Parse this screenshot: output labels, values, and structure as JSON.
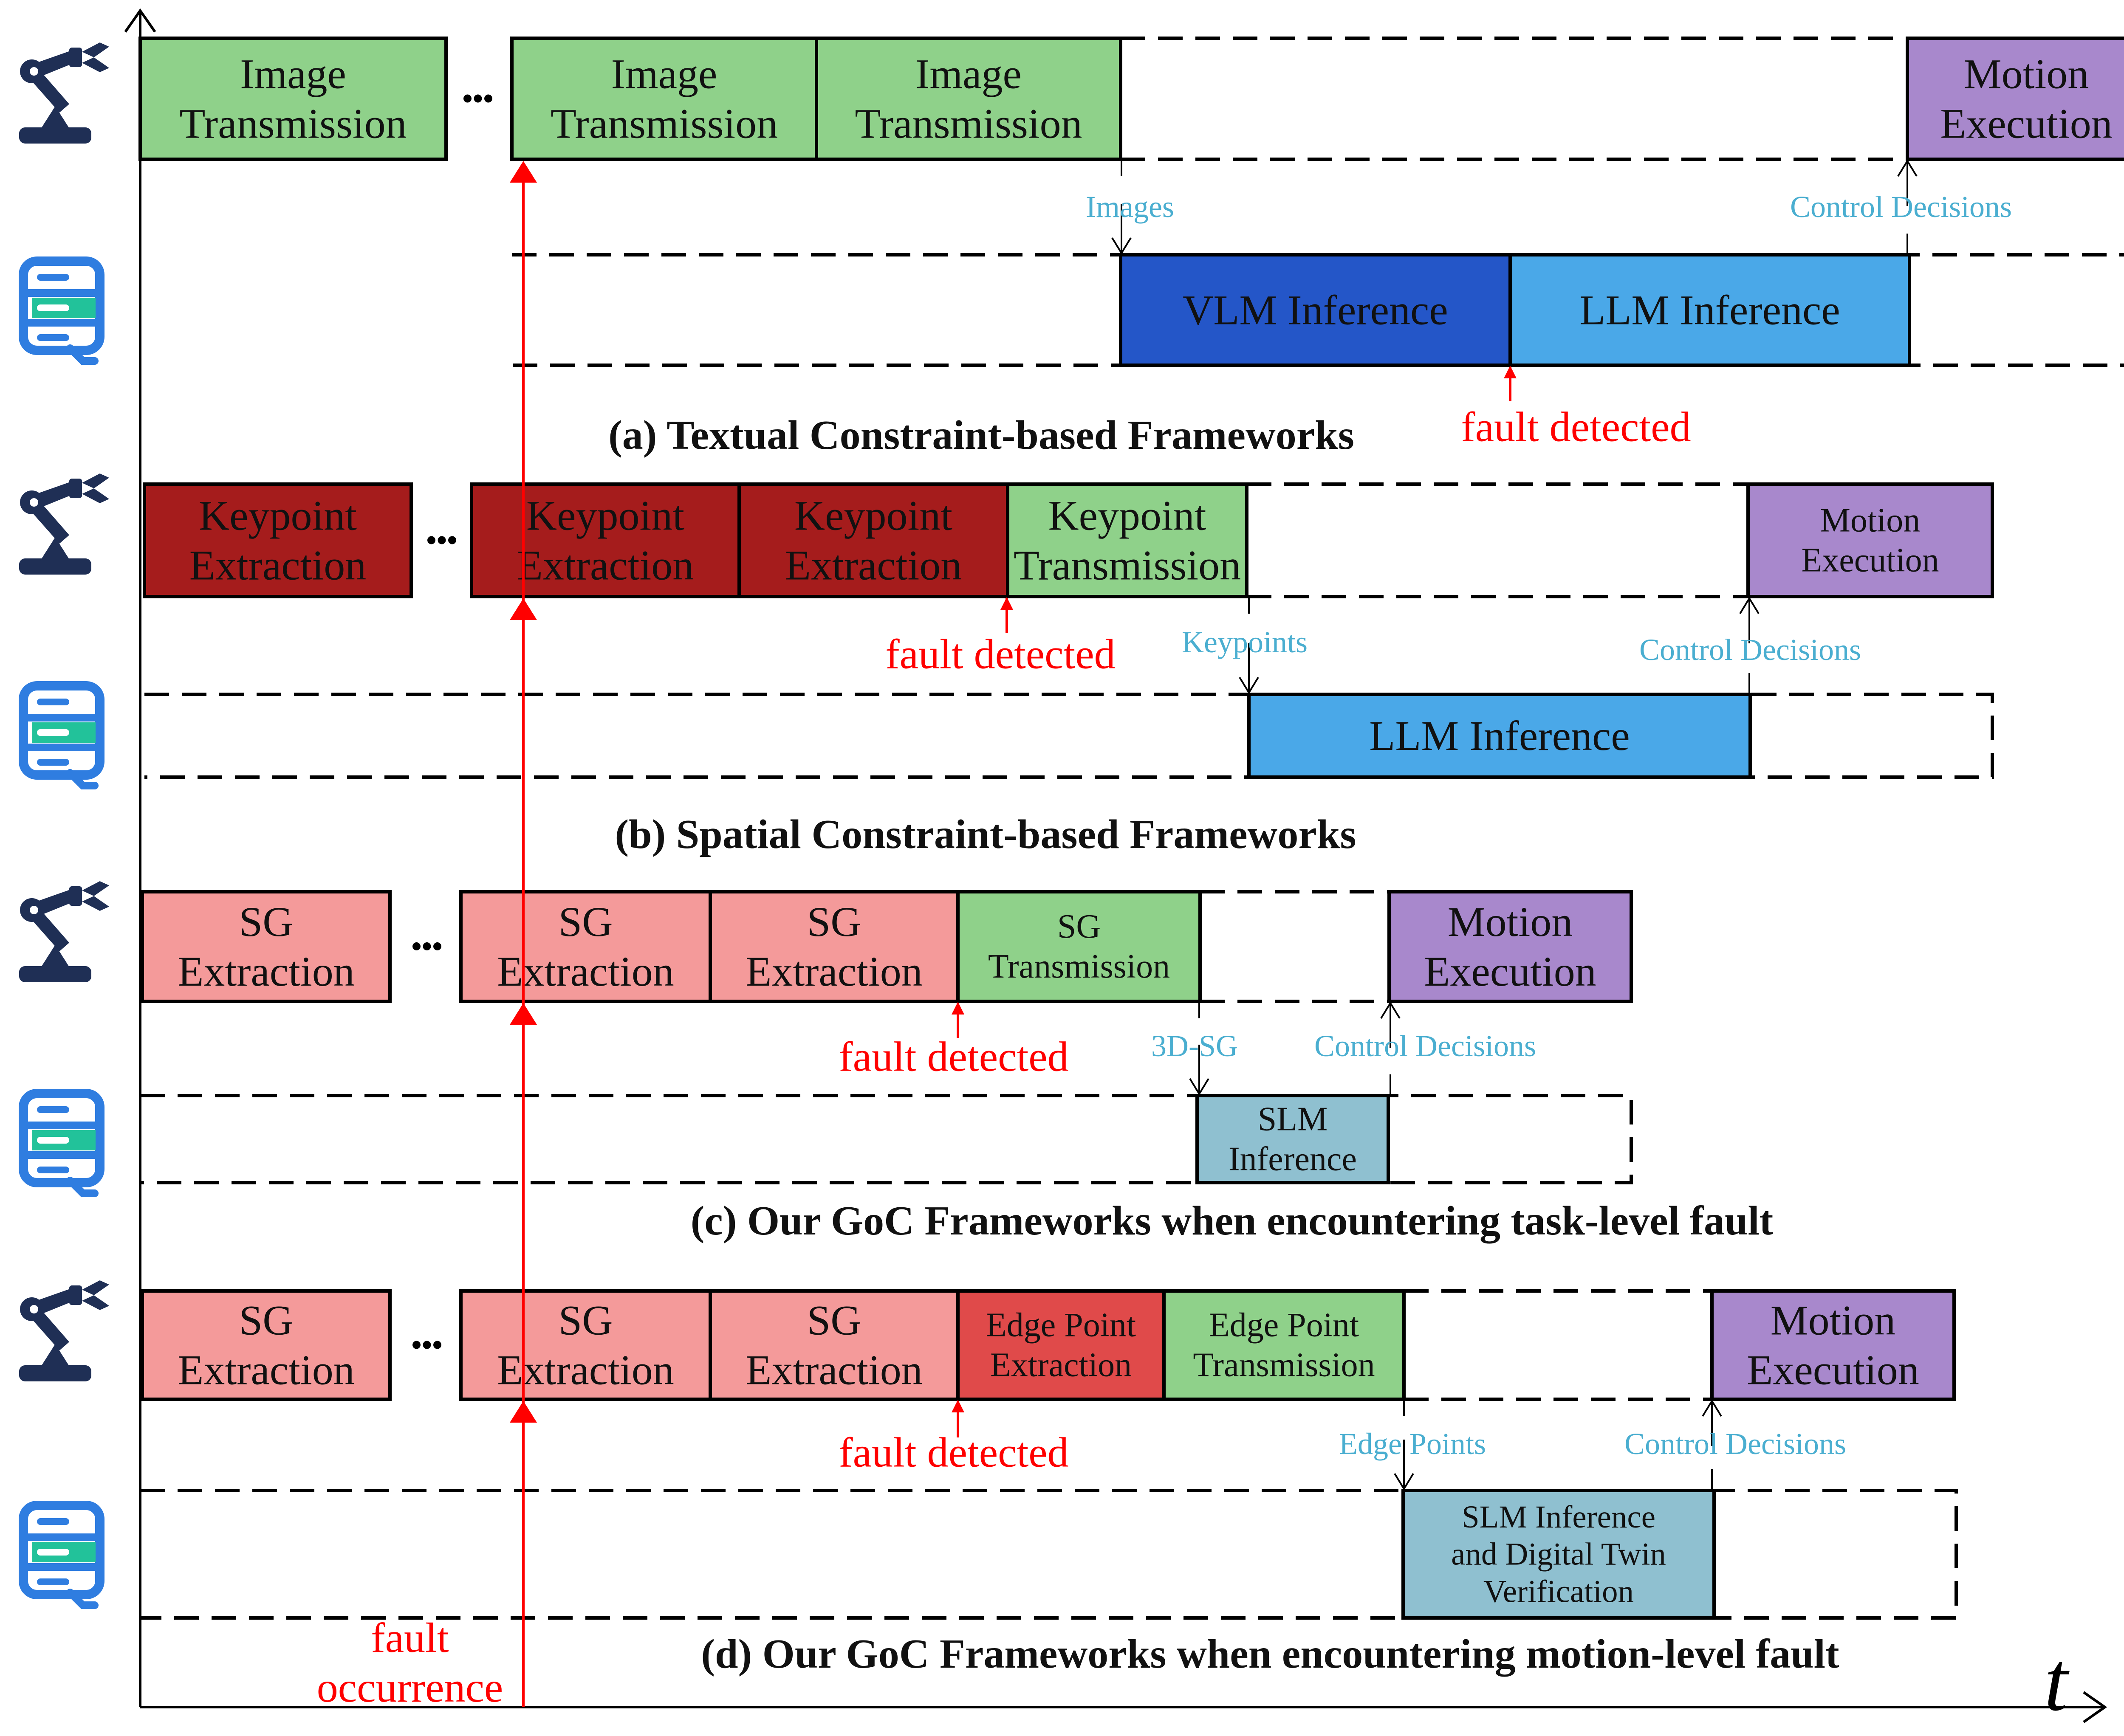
{
  "colors": {
    "image_transmission": "#8fd18a",
    "keypoint_extraction": "#a51c1c",
    "sg_extraction": "#f49a9a",
    "edge_point_extraction": "#e04a4a",
    "motion_execution": "#a888cc",
    "vlm_inference": "#2456c8",
    "llm_inference": "#4aa8e8",
    "slm_inference": "#8fc0d0",
    "fault": "#ff0000",
    "message": "#4aaed0",
    "robot_icon": "#1f2f55",
    "server_icon_frame": "#2f7de0",
    "server_icon_slot": "#22c29a"
  },
  "icons": {
    "robot": "robot-arm-icon",
    "server": "edge-server-icon"
  },
  "axis": {
    "time_label": "t"
  },
  "ellipsis": "•••",
  "panels": [
    {
      "caption": "(a) Textual Constraint-based Frameworks",
      "robot_blocks": [
        {
          "lines": [
            "Image",
            "Transmission"
          ],
          "kind": "image_transmission"
        },
        {
          "lines": [
            "Image",
            "Transmission"
          ],
          "kind": "image_transmission"
        },
        {
          "lines": [
            "Image",
            "Transmission"
          ],
          "kind": "image_transmission"
        },
        {
          "lines": [
            "Motion",
            "Execution"
          ],
          "kind": "motion_execution"
        }
      ],
      "server_blocks": [
        {
          "lines": [
            "VLM Inference"
          ],
          "kind": "vlm_inference"
        },
        {
          "lines": [
            "LLM Inference"
          ],
          "kind": "llm_inference"
        }
      ],
      "messages": {
        "uplink": "Images",
        "downlink": "Control Decisions"
      },
      "fault_label": "fault detected"
    },
    {
      "caption": "(b) Spatial Constraint-based Frameworks",
      "robot_blocks": [
        {
          "lines": [
            "Keypoint",
            "Extraction"
          ],
          "kind": "keypoint_extraction"
        },
        {
          "lines": [
            "Keypoint",
            "Extraction"
          ],
          "kind": "keypoint_extraction"
        },
        {
          "lines": [
            "Keypoint",
            "Extraction"
          ],
          "kind": "keypoint_extraction"
        },
        {
          "lines": [
            "Keypoint",
            "Transmission"
          ],
          "kind": "image_transmission"
        },
        {
          "lines": [
            "Motion",
            "Execution"
          ],
          "kind": "motion_execution"
        }
      ],
      "server_blocks": [
        {
          "lines": [
            "LLM Inference"
          ],
          "kind": "llm_inference"
        }
      ],
      "messages": {
        "uplink": "Keypoints",
        "downlink": "Control Decisions"
      },
      "fault_label": "fault detected"
    },
    {
      "caption": "(c) Our GoC Frameworks when encountering task-level fault",
      "robot_blocks": [
        {
          "lines": [
            "SG",
            "Extraction"
          ],
          "kind": "sg_extraction"
        },
        {
          "lines": [
            "SG",
            "Extraction"
          ],
          "kind": "sg_extraction"
        },
        {
          "lines": [
            "SG",
            "Extraction"
          ],
          "kind": "sg_extraction"
        },
        {
          "lines": [
            "SG",
            "Transmission"
          ],
          "kind": "image_transmission"
        },
        {
          "lines": [
            "Motion",
            "Execution"
          ],
          "kind": "motion_execution"
        }
      ],
      "server_blocks": [
        {
          "lines": [
            "SLM",
            "Inference"
          ],
          "kind": "slm_inference"
        }
      ],
      "messages": {
        "uplink": "3D-SG",
        "downlink": "Control Decisions"
      },
      "fault_label": "fault detected"
    },
    {
      "caption": "(d) Our GoC Frameworks when encountering motion-level fault",
      "robot_blocks": [
        {
          "lines": [
            "SG",
            "Extraction"
          ],
          "kind": "sg_extraction"
        },
        {
          "lines": [
            "SG",
            "Extraction"
          ],
          "kind": "sg_extraction"
        },
        {
          "lines": [
            "SG",
            "Extraction"
          ],
          "kind": "sg_extraction"
        },
        {
          "lines": [
            "Edge Point",
            "Extraction"
          ],
          "kind": "edge_point_extraction"
        },
        {
          "lines": [
            "Edge Point",
            "Transmission"
          ],
          "kind": "image_transmission"
        },
        {
          "lines": [
            "Motion",
            "Execution"
          ],
          "kind": "motion_execution"
        }
      ],
      "server_blocks": [
        {
          "lines": [
            "SLM Inference",
            "and Digital Twin",
            "Verification"
          ],
          "kind": "slm_inference"
        }
      ],
      "messages": {
        "uplink": "Edge Points",
        "downlink": "Control Decisions"
      },
      "fault_label": "fault detected"
    }
  ],
  "fault_occurrence": [
    "fault",
    "occurrence"
  ]
}
